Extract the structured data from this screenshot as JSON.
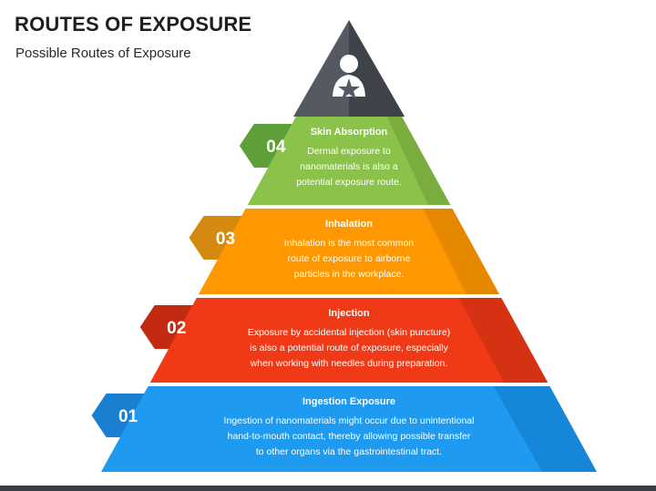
{
  "header": {
    "title": "ROUTES OF EXPOSURE",
    "subtitle": "Possible Routes of Exposure"
  },
  "levels": [
    {
      "number": "04",
      "title": "Skin Absorption",
      "lines": [
        "Dermal exposure to",
        "nanomaterials is also a",
        "potential exposure route."
      ],
      "color": "#8bc34a",
      "shade": "#6d9a33",
      "tab": "#5f9f3a"
    },
    {
      "number": "03",
      "title": "Inhalation",
      "lines": [
        "Inhalation is the most common",
        "route of exposure to airborne",
        "particles in the workplace."
      ],
      "color": "#ff9800",
      "shade": "#d17a00",
      "tab": "#d48a10"
    },
    {
      "number": "02",
      "title": "Injection",
      "lines": [
        "Exposure by accidental injection (skin puncture)",
        "is also a potential route of exposure, especially",
        "when working with needles during preparation."
      ],
      "color": "#f03a17",
      "shade": "#c02a10",
      "tab": "#c22a12"
    },
    {
      "number": "01",
      "title": "Ingestion Exposure",
      "lines": [
        "Ingestion of nanomaterials might occur due to unintentional",
        "hand-to-mouth contact, thereby allowing possible transfer",
        "to other organs via the gastrointestinal tract."
      ],
      "color": "#1e9af0",
      "shade": "#1177c4",
      "tab": "#1a7fd0"
    }
  ],
  "top": {
    "color": "#555a62",
    "icon": "person-hazard-icon"
  }
}
